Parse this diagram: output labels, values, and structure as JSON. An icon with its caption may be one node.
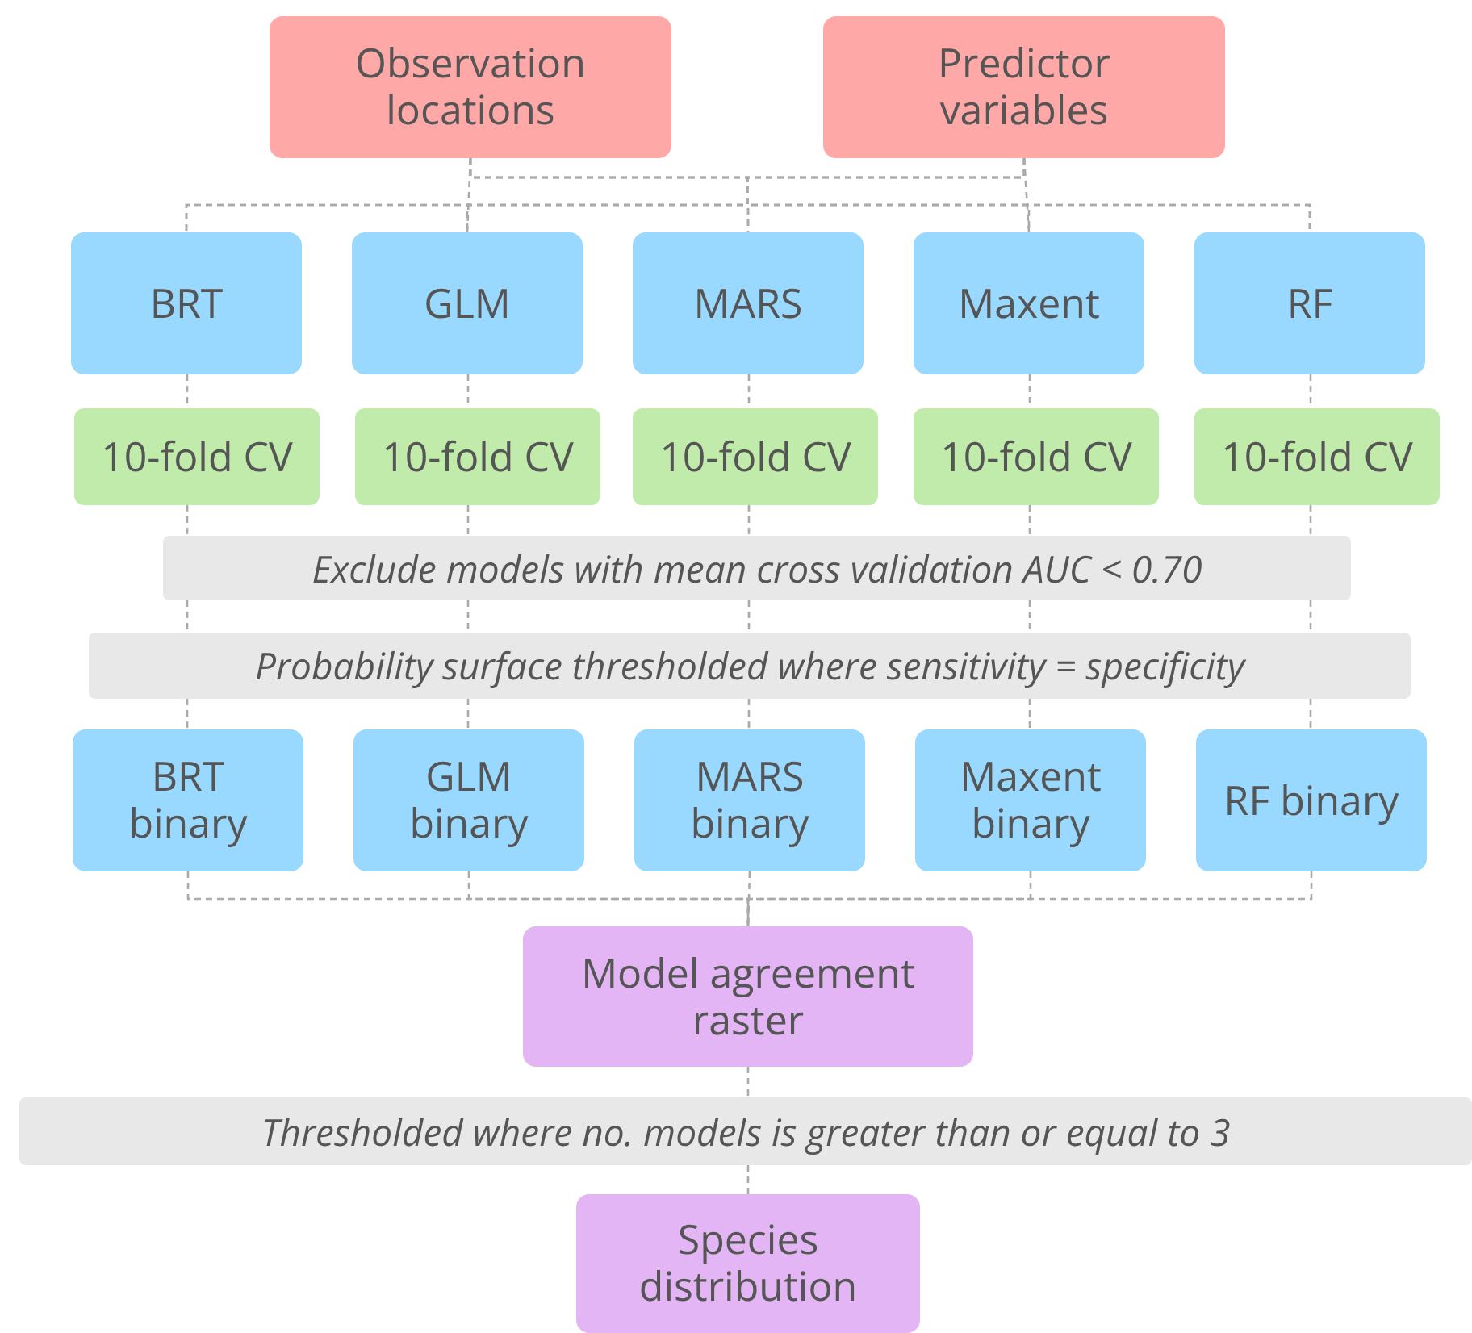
{
  "diagram": {
    "nodes": [
      {
        "text": [
          "Observation locations"
        ]
      },
      {
        "text": [
          "Predictor variables"
        ]
      },
      {
        "text": [
          "BRT"
        ]
      },
      {
        "text": [
          "GLM"
        ]
      },
      {
        "text": [
          "MARS"
        ]
      },
      {
        "text": [
          "Maxent"
        ]
      },
      {
        "text": [
          "RF"
        ]
      },
      {
        "text": [
          "10-fold CV"
        ]
      },
      {
        "text": [
          "10-fold CV"
        ]
      },
      {
        "text": [
          "10-fold CV"
        ]
      },
      {
        "text": [
          "10-fold CV"
        ]
      },
      {
        "text": [
          "10-fold CV"
        ]
      },
      {
        "text": [
          "Exclude models with mean cross validation AUC < 0.70"
        ]
      },
      {
        "text": [
          "Probability surface thresholded where sensitivity = specificity"
        ]
      },
      {
        "text": [
          "BRT binary"
        ]
      },
      {
        "text": [
          "GLM binary"
        ]
      },
      {
        "text": [
          "MARS binary"
        ]
      },
      {
        "text": [
          "Maxent binary"
        ]
      },
      {
        "text": [
          "RF binary"
        ]
      },
      {
        "text": [
          "Model agreement raster"
        ]
      },
      {
        "text": [
          "Thresholded where no. models is greater than or equal to 3"
        ]
      },
      {
        "text": [
          "Species distribution"
        ]
      }
    ],
    "edges": [
      {
        "from": 0,
        "to": 2,
        "arrow": "none",
        "style": "dashed"
      },
      {
        "from": 0,
        "to": 3,
        "arrow": "none",
        "style": "dashed"
      },
      {
        "from": 0,
        "to": 4,
        "arrow": "none",
        "style": "dashed"
      },
      {
        "from": 0,
        "to": 5,
        "arrow": "none",
        "style": "dashed"
      },
      {
        "from": 0,
        "to": 6,
        "arrow": "none",
        "style": "dashed"
      },
      {
        "from": 1,
        "to": 2,
        "arrow": "none",
        "style": "dashed"
      },
      {
        "from": 1,
        "to": 3,
        "arrow": "none",
        "style": "dashed"
      },
      {
        "from": 1,
        "to": 4,
        "arrow": "none",
        "style": "dashed"
      },
      {
        "from": 1,
        "to": 5,
        "arrow": "none",
        "style": "dashed"
      },
      {
        "from": 1,
        "to": 6,
        "arrow": "none",
        "style": "dashed"
      },
      {
        "from": 2,
        "to": 7,
        "arrow": "none",
        "style": "dashed"
      },
      {
        "from": 3,
        "to": 8,
        "arrow": "none",
        "style": "dashed"
      },
      {
        "from": 4,
        "to": 9,
        "arrow": "none",
        "style": "dashed"
      },
      {
        "from": 5,
        "to": 10,
        "arrow": "none",
        "style": "dashed"
      },
      {
        "from": 6,
        "to": 11,
        "arrow": "none",
        "style": "dashed"
      },
      {
        "from": 7,
        "to": 12,
        "arrow": "none",
        "style": "dashed"
      },
      {
        "from": 8,
        "to": 12,
        "arrow": "none",
        "style": "dashed"
      },
      {
        "from": 9,
        "to": 12,
        "arrow": "none",
        "style": "dashed"
      },
      {
        "from": 10,
        "to": 12,
        "arrow": "none",
        "style": "dashed"
      },
      {
        "from": 11,
        "to": 12,
        "arrow": "none",
        "style": "dashed"
      },
      {
        "from": 12,
        "to": 13,
        "arrow": "none",
        "style": "dashed"
      },
      {
        "from": 13,
        "to": 14,
        "arrow": "none",
        "style": "dashed"
      },
      {
        "from": 13,
        "to": 15,
        "arrow": "none",
        "style": "dashed"
      },
      {
        "from": 13,
        "to": 16,
        "arrow": "none",
        "style": "dashed"
      },
      {
        "from": 13,
        "to": 17,
        "arrow": "none",
        "style": "dashed"
      },
      {
        "from": 13,
        "to": 18,
        "arrow": "none",
        "style": "dashed"
      },
      {
        "from": 14,
        "to": 19,
        "arrow": "none",
        "style": "dashed"
      },
      {
        "from": 15,
        "to": 19,
        "arrow": "none",
        "style": "dashed"
      },
      {
        "from": 16,
        "to": 19,
        "arrow": "none",
        "style": "dashed"
      },
      {
        "from": 17,
        "to": 19,
        "arrow": "none",
        "style": "dashed"
      },
      {
        "from": 18,
        "to": 19,
        "arrow": "none",
        "style": "dashed"
      },
      {
        "from": 19,
        "to": 20,
        "arrow": "none",
        "style": "dashed"
      },
      {
        "from": 20,
        "to": 21,
        "arrow": "none",
        "style": "dashed"
      }
    ]
  }
}
